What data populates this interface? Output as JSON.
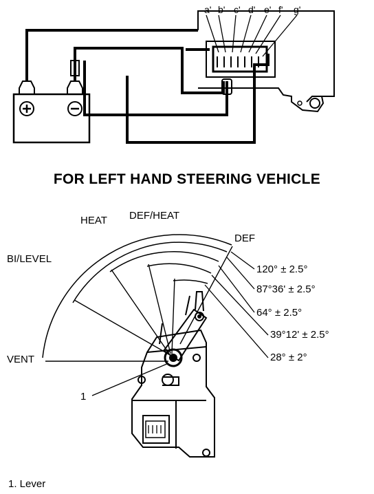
{
  "connector_pins": [
    "a'",
    "b'",
    "c'",
    "d'",
    "e'",
    "f'",
    "g'"
  ],
  "battery": {
    "positive_symbol": "⊕",
    "negative_symbol": "⊖"
  },
  "title": "FOR LEFT HAND STEERING VEHICLE",
  "mode_labels": {
    "heat": "HEAT",
    "def_heat": "DEF/HEAT",
    "def": "DEF",
    "bi_level": "BI/LEVEL",
    "vent": "VENT"
  },
  "angles": [
    "120° ± 2.5°",
    "87°36' ± 2.5°",
    "64° ± 2.5°",
    "39°12' ± 2.5°",
    "28° ± 2°"
  ],
  "callout": "1",
  "legend": "1.  Lever"
}
